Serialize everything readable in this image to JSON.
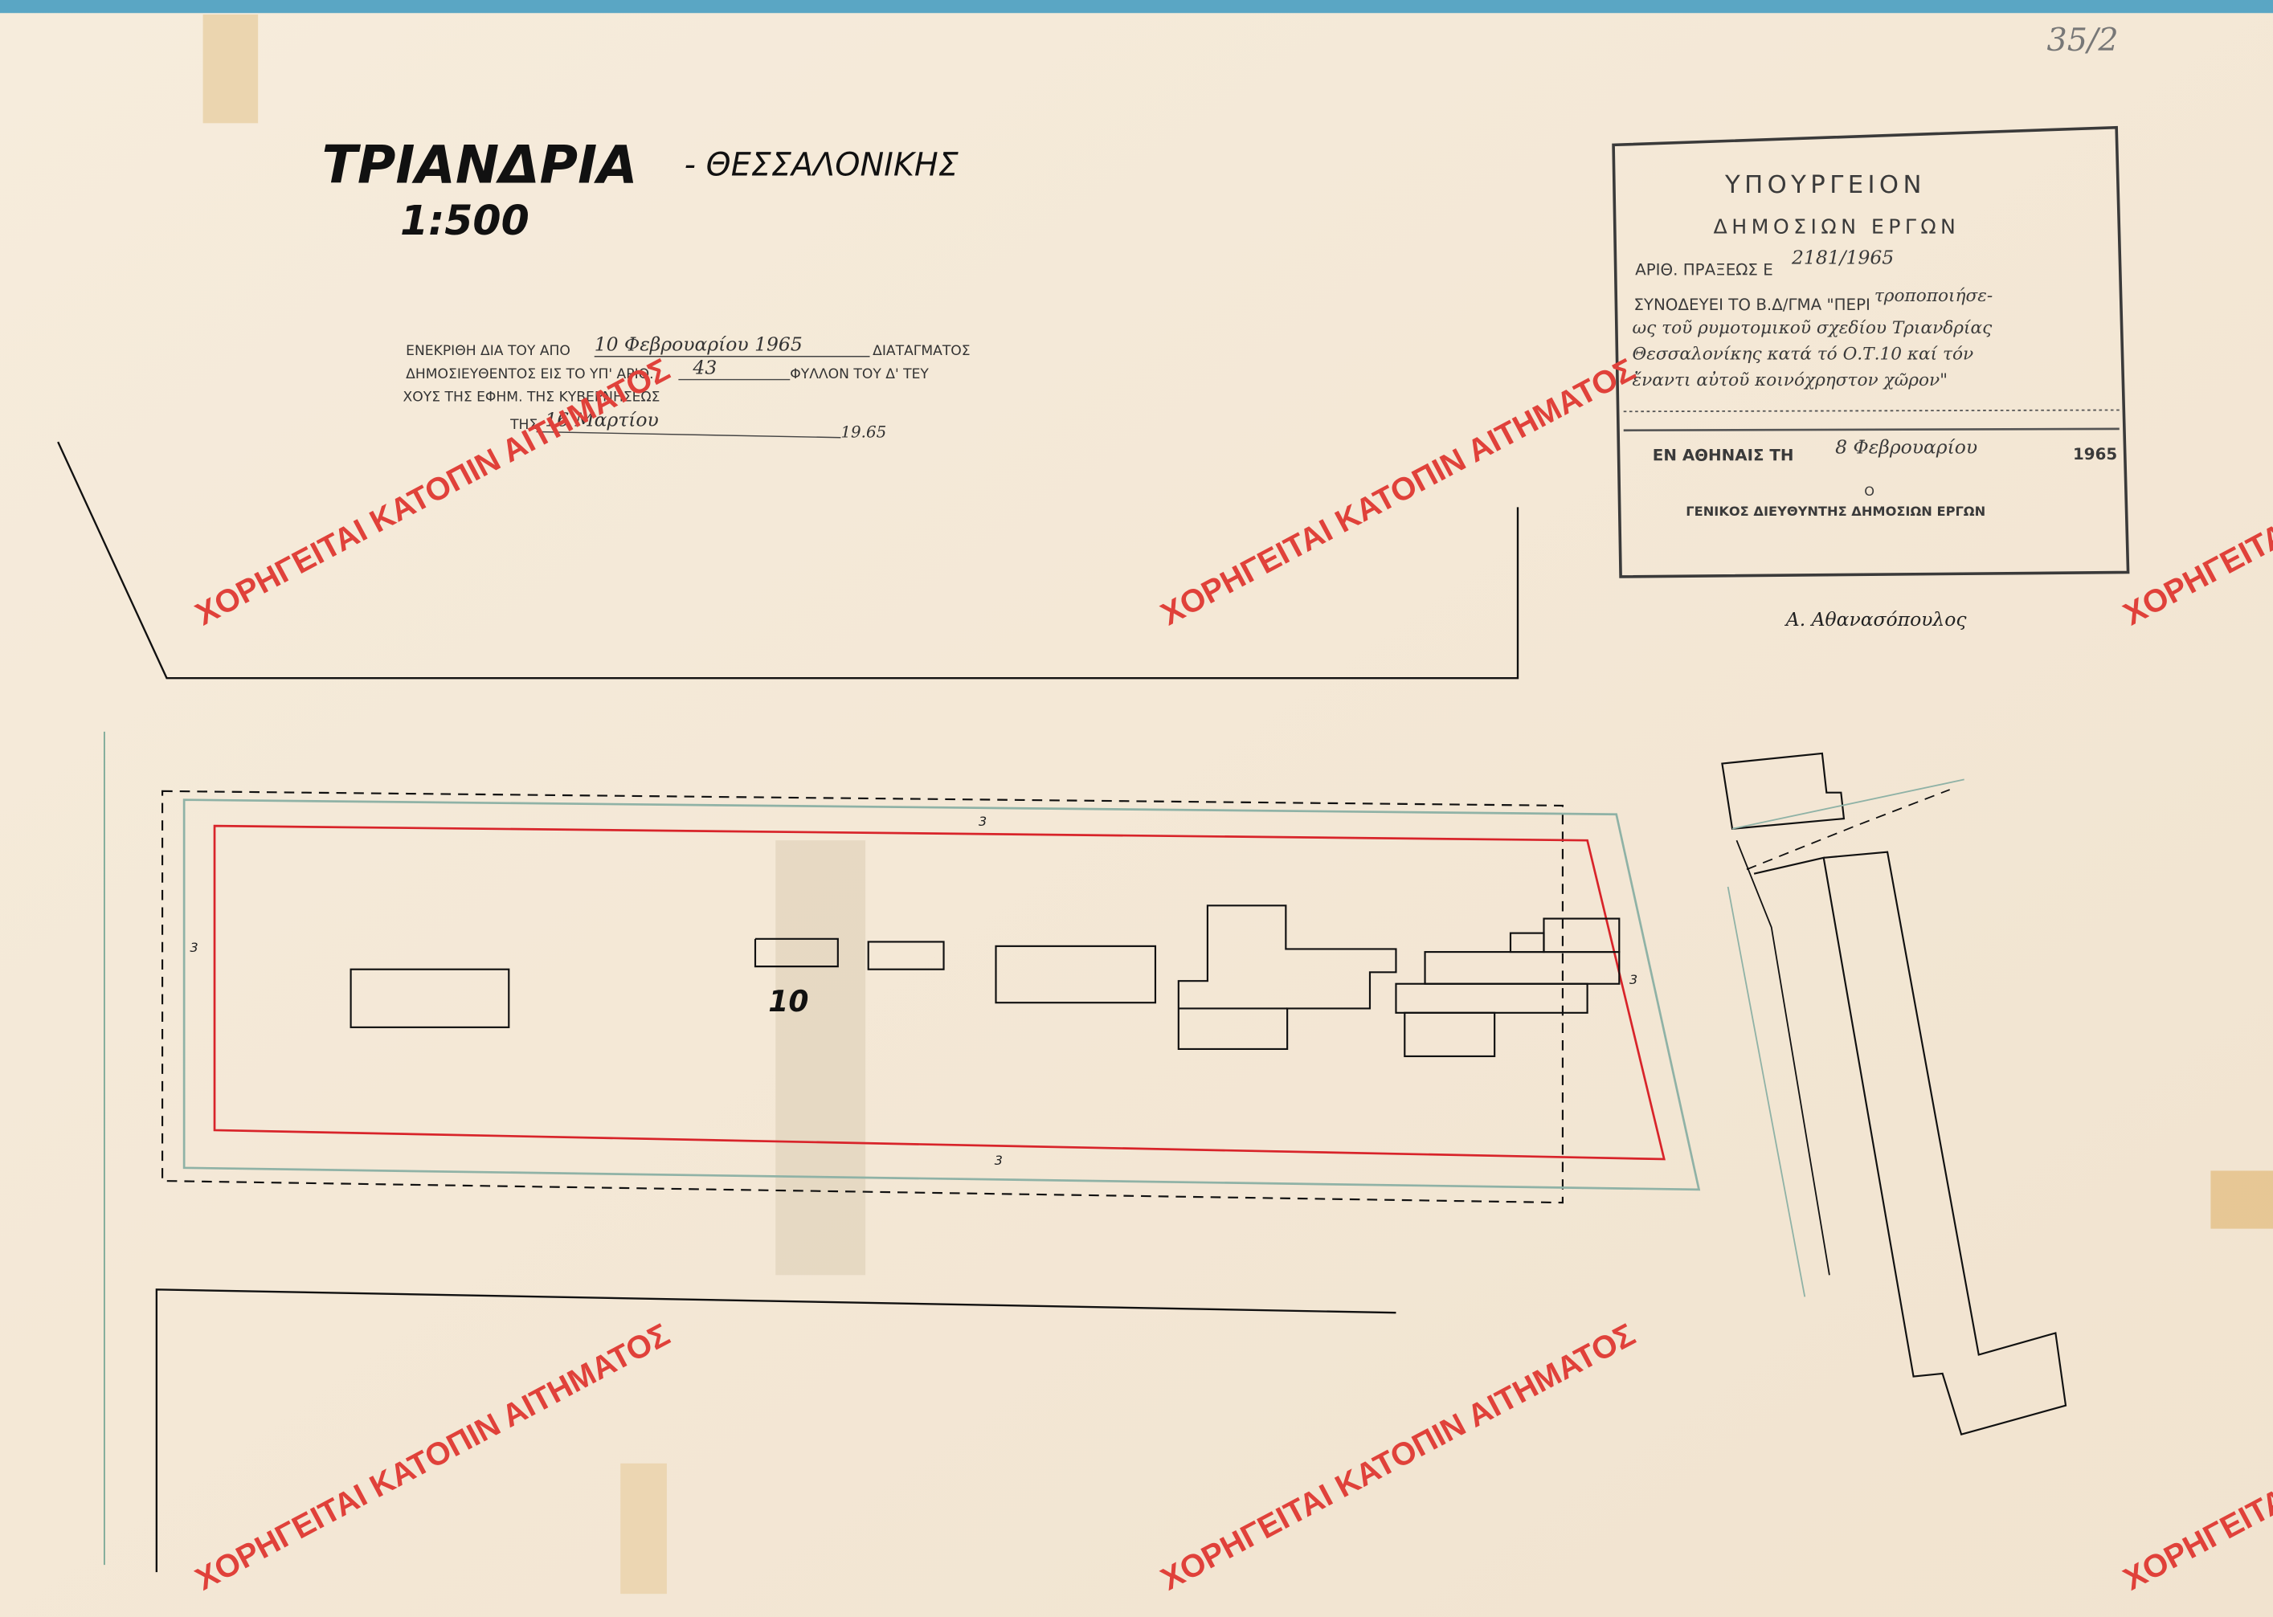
{
  "page_note": "35/2",
  "title": {
    "place": "ΤΡΙΑΝΔΡΙΑ",
    "region": "- ΘΕΣΣΑΛΟΝΙΚΗΣ",
    "scale": "1:500"
  },
  "approval": {
    "line1_prefix": "ΕΝΕΚΡΙΘΗ ΔΙΑ ΤΟΥ ΑΠΟ",
    "line1_date": "10 Φεβρουαρίου 1965",
    "line1_suffix": "ΔΙΑΤΑΓΜΑΤΟΣ",
    "line2_prefix": "ΔΗΜΟΣΙΕΥΘΕΝΤΟΣ ΕΙΣ ΤΟ ΥΠ' ΑΡΙΘ.",
    "line2_number": "43",
    "line2_suffix": "ΦΥΛΛΟΝ ΤΟΥ Δ' ΤΕΥ",
    "line3": "ΧΟΥΣ ΤΗΣ ΕΦΗΜ. ΤΗΣ ΚΥΒΕΡΝΗΣΕΩΣ",
    "line4_prefix": "ΤΗΣ",
    "line4_date": "16 Μαρτίου",
    "line4_year": "19.65"
  },
  "stamp": {
    "ministry_line1": "ΥΠΟΥΡΓΕΙΟΝ",
    "ministry_line2": "ΔΗΜΟΣΙΩΝ ΕΡΓΩΝ",
    "act_label": "ΑΡΙΘ. ΠΡΑΞΕΩΣ Ε",
    "act_number": "2181/1965",
    "accompanies_label": "ΣΥΝΟΔΕΥΕΙ ΤΟ Β.Δ/ΓΜΑ \"ΠΕΡΙ",
    "subject_lines": [
      "τροποποιήσε-",
      "ως τοῦ ρυμοτομικοῦ σχεδίου Τριανδρίας",
      "Θεσσαλονίκης κατά τό Ο.Τ.10 καί τόν",
      "ἔναντι αὐτοῦ κοινόχρηστον χῶρον\""
    ],
    "place_date_label": "ΕΝ ΑΘΗΝΑΙΣ ΤΗ",
    "date": "8 Φεβρουαρίου",
    "year": "1965",
    "article": "Ο",
    "signatory_title": "ΓΕΝΙΚΟΣ ΔΙΕΥΘΥΝΤΗΣ ΔΗΜΟΣΙΩΝ ΕΡΓΩΝ"
  },
  "signature": "Α. Αθανασόπουλος",
  "plan": {
    "block_number": "10",
    "dimension_labels": [
      "3",
      "3",
      "3",
      "3"
    ]
  },
  "watermark": "ΧΟΡΗΓΕΙΤΑΙ ΚΑΤΟΠΙΝ ΑΙΤΗΜΑΤΟΣ",
  "colors": {
    "paper": "#f3e8d6",
    "ink": "#1a1a1a",
    "red_line": "#d8242a",
    "watermark": "#e0413a",
    "green_line": "#8fb2a6",
    "border_blue": "#5aa6c4"
  }
}
